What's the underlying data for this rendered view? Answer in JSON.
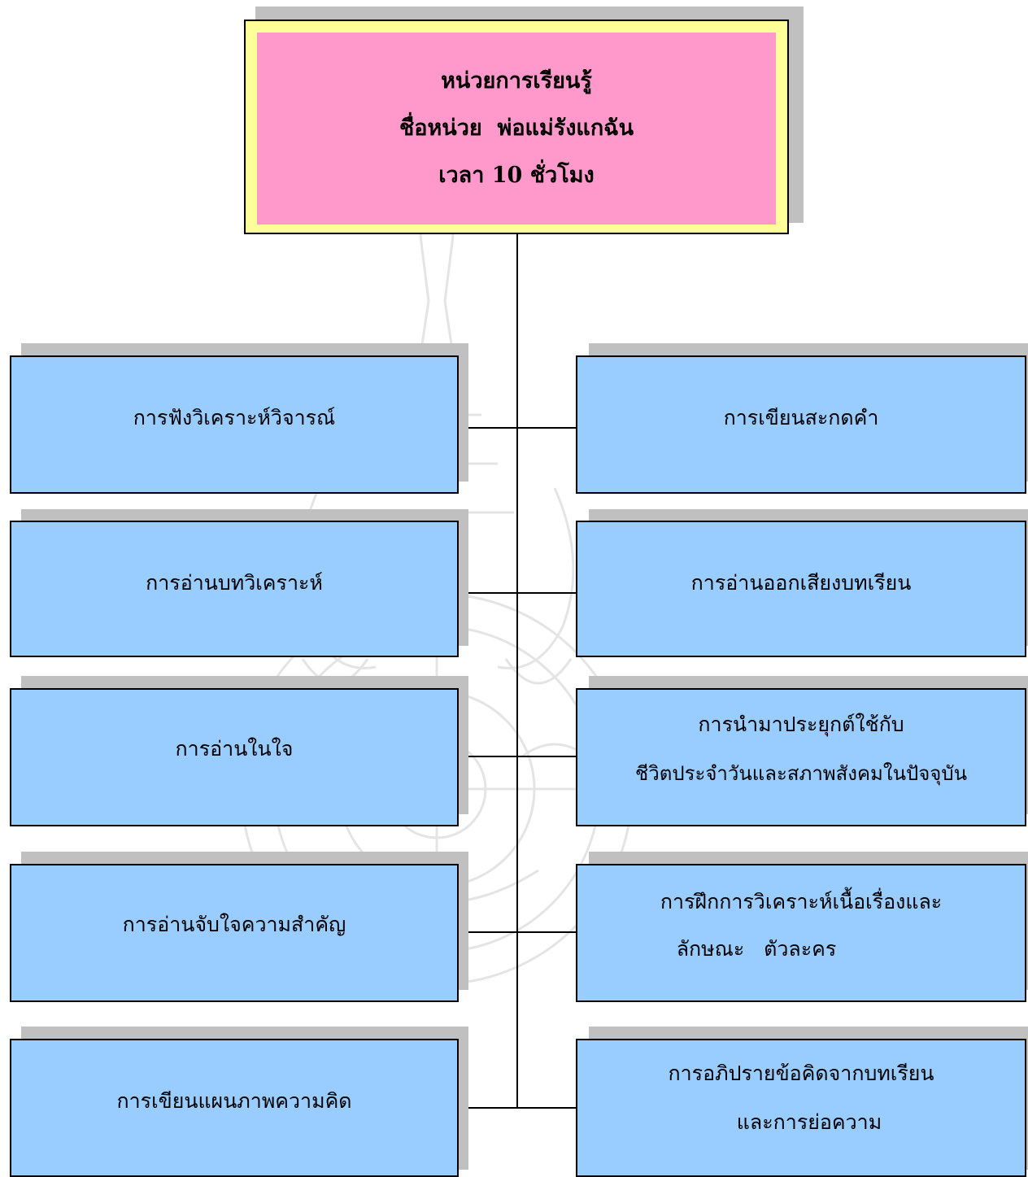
{
  "header": {
    "line1": "หน่วยการเรียนรู้",
    "line2": "ชื่อหน่วย  พ่อแม่รังแกฉัน",
    "line3": "เวลา 10 ชั่วโมง"
  },
  "left_boxes": [
    {
      "label": "การฟังวิเคราะห์วิจารณ์"
    },
    {
      "label": "การอ่านบทวิเคราะห์"
    },
    {
      "label": "การอ่านในใจ"
    },
    {
      "label": "การอ่านจับใจความสำคัญ"
    },
    {
      "label": "การเขียนแผนภาพความคิด"
    }
  ],
  "right_boxes": [
    {
      "line1": "การเขียนสะกดคำ"
    },
    {
      "line1": "การอ่านออกเสียงบทเรียน"
    },
    {
      "line1": "การนำมาประยุกต์ใช้กับ",
      "line2": "ชีวิตประจำวันและสภาพสังคมในปัจจุบัน"
    },
    {
      "line1": "การฝึกการวิเคราะห์เนื้อเรื่องและ",
      "line2": "ลักษณะ   ตัวละคร"
    },
    {
      "line1": "การอภิปรายข้อคิดจากบทเรียน",
      "line2": "และการย่อความ"
    }
  ]
}
